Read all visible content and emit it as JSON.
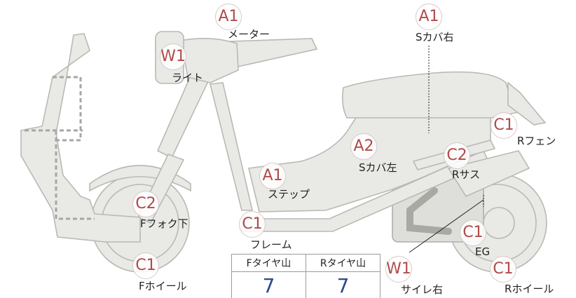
{
  "markers": [
    {
      "grade": "A1",
      "label": "メーター"
    },
    {
      "grade": "W1",
      "label": "ライト"
    },
    {
      "grade": "A1",
      "label": "Sカバ右"
    },
    {
      "grade": "C1",
      "label": "Rフェン"
    },
    {
      "grade": "A2",
      "label": "Sカバ左"
    },
    {
      "grade": "C2",
      "label": "Rサス"
    },
    {
      "grade": "A1",
      "label": "ステップ"
    },
    {
      "grade": "C2",
      "label": "Fフォク下"
    },
    {
      "grade": "C1",
      "label": "フレーム"
    },
    {
      "grade": "C1",
      "label": "EG"
    },
    {
      "grade": "C1",
      "label": "Fホイール"
    },
    {
      "grade": "W1",
      "label": "サイレ右"
    },
    {
      "grade": "C1",
      "label": "Rホイール"
    }
  ],
  "tire_table": {
    "front_header": "Fタイヤ山",
    "rear_header": "Rタイヤ山",
    "front_value": "7",
    "rear_value": "7"
  },
  "colors": {
    "grade_text": "#b24a4a",
    "tire_value": "#2b4a8c"
  }
}
